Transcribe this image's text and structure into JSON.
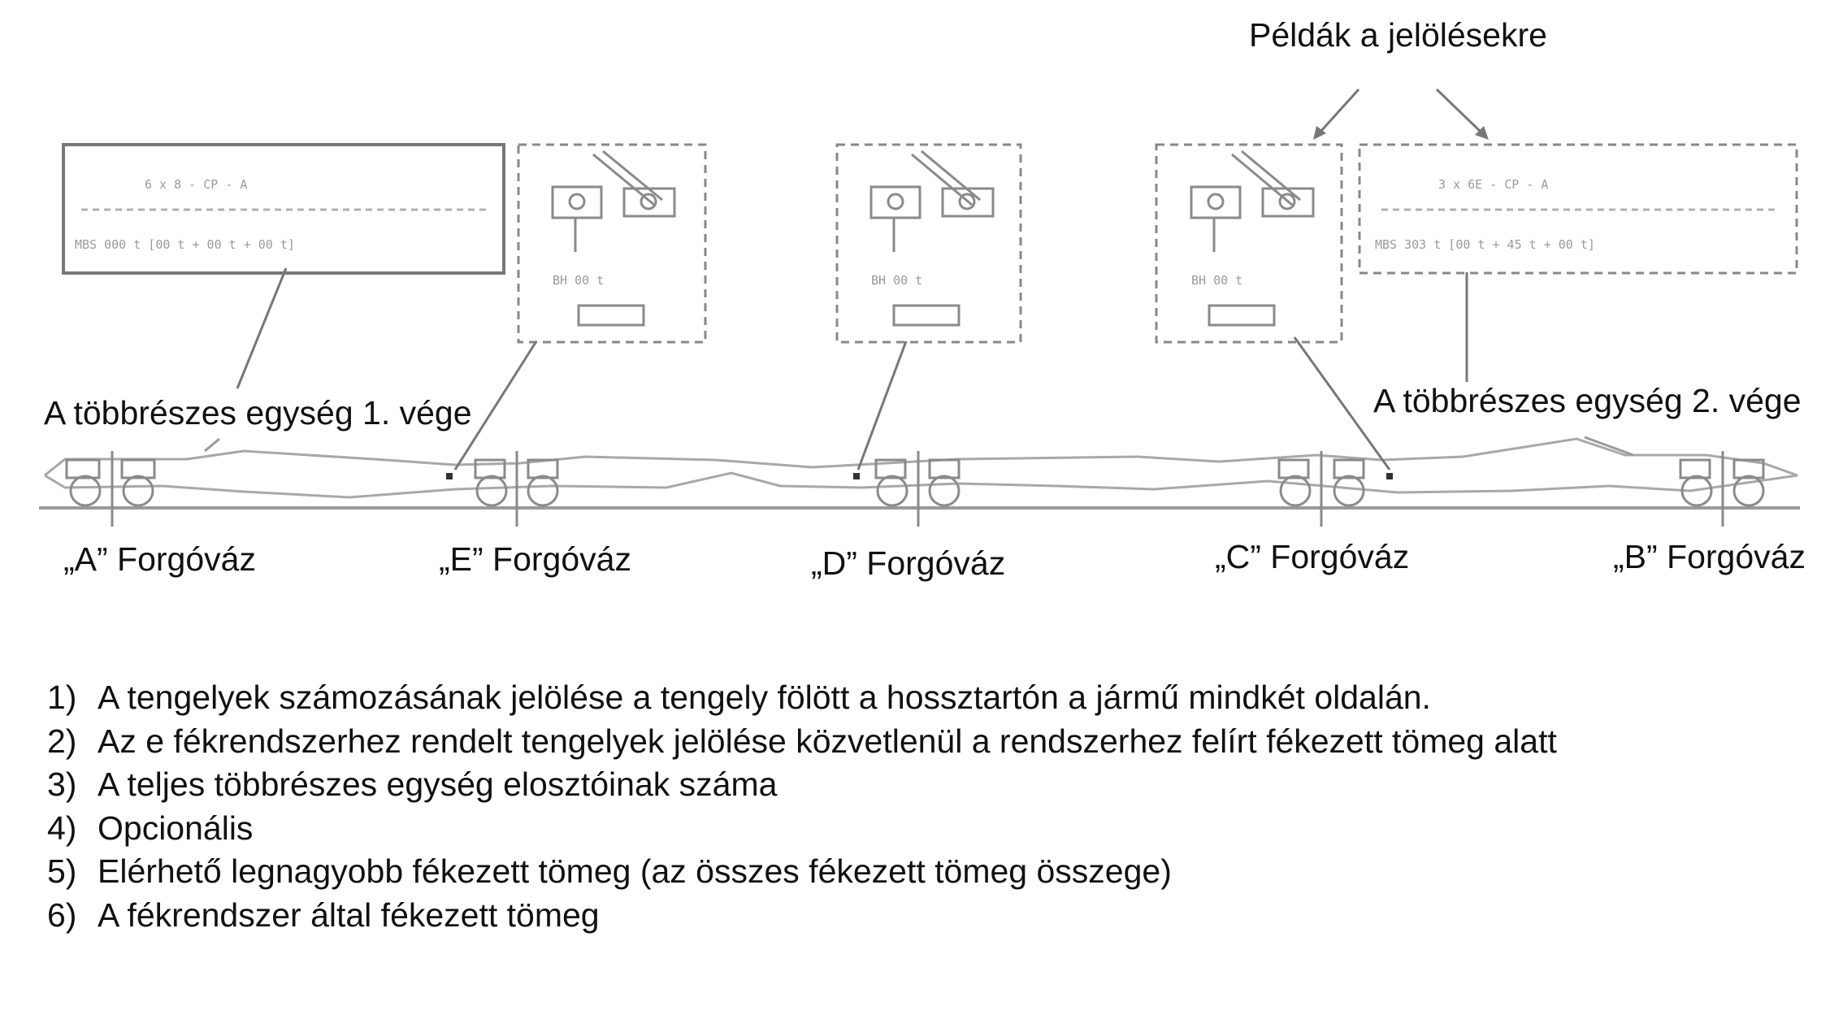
{
  "header": {
    "examples_title": "Példák a jelölésekre"
  },
  "unit_ends": {
    "end1": "A többrészes egység 1. vége",
    "end2": "A többrészes egység 2. vége"
  },
  "bogies": [
    "„A” Forgóváz",
    "„E” Forgóváz",
    "„D” Forgóváz",
    "„C” Forgóváz",
    "„B” Forgóváz"
  ],
  "notes": [
    {
      "num": "1)",
      "text": "A tengelyek számozásának jelölése a tengely fölött a hossztartón a jármű mindkét oldalán."
    },
    {
      "num": "2)",
      "text": "Az e fékrendszerhez rendelt tengelyek jelölése közvetlenül a rendszerhez felírt fékezett tömeg alatt"
    },
    {
      "num": "3)",
      "text": "A teljes többrészes egység elosztóinak száma"
    },
    {
      "num": "4)",
      "text": "Opcionális"
    },
    {
      "num": "5)",
      "text": "Elérhető legnagyobb fékezett tömeg (az összes fékezett tömeg összege)"
    },
    {
      "num": "6)",
      "text": "A fékrendszer által fékezett tömeg"
    }
  ]
}
